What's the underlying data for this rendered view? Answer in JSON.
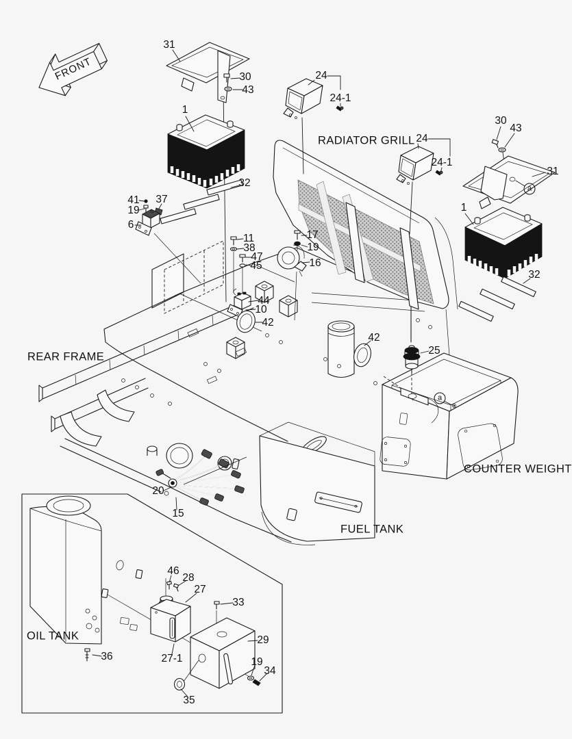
{
  "diagram": {
    "type": "exploded-parts-diagram",
    "colors": {
      "background": "#f6f6f6",
      "line": "#1a1a1a",
      "battery_fill": "#141414",
      "mesh_gray": "#cfcfcf"
    },
    "area_labels": {
      "front": "FRONT",
      "radiator_grill": "RADIATOR GRILL",
      "rear_frame": "REAR FRAME",
      "counter_weight": "COUNTER WEIGHT",
      "fuel_tank": "FUEL TANK",
      "oil_tank": "OIL TANK"
    },
    "part_labels": [
      {
        "num": "31"
      },
      {
        "num": "30"
      },
      {
        "num": "43"
      },
      {
        "num": "1"
      },
      {
        "num": "32"
      },
      {
        "num": "41"
      },
      {
        "num": "19"
      },
      {
        "num": "37"
      },
      {
        "num": "6"
      },
      {
        "num": "24"
      },
      {
        "num": "24-1"
      },
      {
        "num": "24"
      },
      {
        "num": "24-1"
      },
      {
        "num": "30"
      },
      {
        "num": "43"
      },
      {
        "num": "31"
      },
      {
        "num": "1"
      },
      {
        "num": "32"
      },
      {
        "num": "11"
      },
      {
        "num": "38"
      },
      {
        "num": "47"
      },
      {
        "num": "45"
      },
      {
        "num": "17"
      },
      {
        "num": "19"
      },
      {
        "num": "16"
      },
      {
        "num": "44"
      },
      {
        "num": "10"
      },
      {
        "num": "42"
      },
      {
        "num": "42"
      },
      {
        "num": "25"
      },
      {
        "num": "20"
      },
      {
        "num": "15"
      },
      {
        "num": "46"
      },
      {
        "num": "28"
      },
      {
        "num": "27"
      },
      {
        "num": "33"
      },
      {
        "num": "29"
      },
      {
        "num": "27-1"
      },
      {
        "num": "36"
      },
      {
        "num": "19"
      },
      {
        "num": "34"
      },
      {
        "num": "35"
      }
    ],
    "ref_labels": [
      {
        "text": "a"
      },
      {
        "text": "a"
      }
    ]
  }
}
